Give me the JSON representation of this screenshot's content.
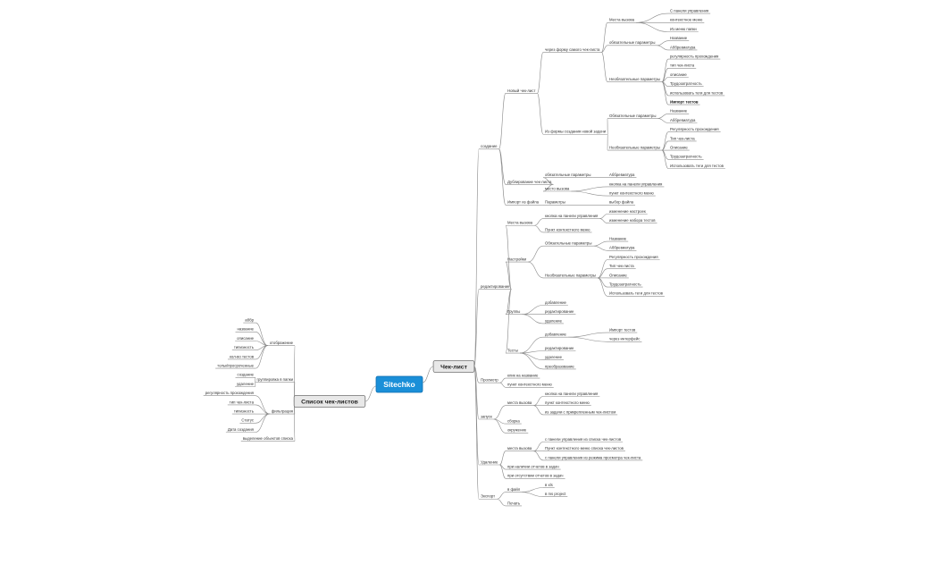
{
  "root": "Sitechko",
  "right": {
    "label": "Чек-лист",
    "children": [
      {
        "label": "создание",
        "children": [
          {
            "label": "Новый чек-лист",
            "children": [
              {
                "label": "через форму самого чек-листа",
                "children": [
                  {
                    "label": "Места вызова",
                    "children": [
                      {
                        "label": "С панели управления"
                      },
                      {
                        "label": "контекстное меню"
                      },
                      {
                        "label": "Из меню папки"
                      }
                    ]
                  },
                  {
                    "label": "обязательные параметры",
                    "children": [
                      {
                        "label": "Название"
                      },
                      {
                        "label": "Аббревиатура"
                      }
                    ]
                  },
                  {
                    "label": "Необязательные параметры",
                    "children": [
                      {
                        "label": "регулярность прохождения"
                      },
                      {
                        "label": "тип чек-листа"
                      },
                      {
                        "label": "описание"
                      },
                      {
                        "label": "Трудозатратность"
                      },
                      {
                        "label": "использовать теги для тестов"
                      },
                      {
                        "label": "Импорт тестов",
                        "bold": true
                      }
                    ]
                  }
                ]
              },
              {
                "label": "Из формы создания новой задачи",
                "children": [
                  {
                    "label": "Обязательные параметры",
                    "children": [
                      {
                        "label": "Название"
                      },
                      {
                        "label": "Аббревиатура"
                      }
                    ]
                  },
                  {
                    "label": "Необязательные параметры",
                    "children": [
                      {
                        "label": "Регулярность прохождения"
                      },
                      {
                        "label": "Тип чек-листа"
                      },
                      {
                        "label": "Описание"
                      },
                      {
                        "label": "Трудозатратность"
                      },
                      {
                        "label": "Использовать теги для тестов"
                      }
                    ]
                  }
                ]
              }
            ]
          },
          {
            "label": "Дублирование чек-листа",
            "children": [
              {
                "label": "обязательные параметры",
                "children": [
                  {
                    "label": "Аббревиатура"
                  }
                ]
              },
              {
                "label": "место вызова",
                "children": [
                  {
                    "label": "кнопка на панели управления"
                  },
                  {
                    "label": "пункт контекстного меню"
                  }
                ]
              }
            ]
          },
          {
            "label": "Импорт из файла",
            "children": [
              {
                "label": "Параметры",
                "children": [
                  {
                    "label": "выбор файла"
                  }
                ]
              }
            ]
          }
        ]
      },
      {
        "label": "редактирование",
        "children": [
          {
            "label": "Места вызова",
            "children": [
              {
                "label": "кнопка на панели управления",
                "children": [
                  {
                    "label": "изменение настроек"
                  },
                  {
                    "label": "изменение набора тестов"
                  }
                ]
              },
              {
                "label": "Пункт контекстного меню"
              }
            ]
          },
          {
            "label": "Настройки",
            "children": [
              {
                "label": "Обязательные параметры",
                "children": [
                  {
                    "label": "Название"
                  },
                  {
                    "label": "Аббревиатура"
                  }
                ]
              },
              {
                "label": "Необязательные параметры",
                "children": [
                  {
                    "label": "Регулярность прохождения"
                  },
                  {
                    "label": "Тип чек-листа"
                  },
                  {
                    "label": "Описание"
                  },
                  {
                    "label": "Трудозатратность"
                  },
                  {
                    "label": "Использовать теги для тестов"
                  }
                ]
              }
            ]
          },
          {
            "label": "Группы",
            "children": [
              {
                "label": "добавление"
              },
              {
                "label": "редактирование"
              },
              {
                "label": "удаление"
              }
            ]
          },
          {
            "label": "Тесты",
            "children": [
              {
                "label": "добавление",
                "children": [
                  {
                    "label": "Импорт тестов"
                  },
                  {
                    "label": "через интерфейс"
                  }
                ]
              },
              {
                "label": "редактирование"
              },
              {
                "label": "удаление"
              },
              {
                "label": "преобразование"
              }
            ]
          }
        ]
      },
      {
        "label": "Просмотр",
        "children": [
          {
            "label": "клик на название"
          },
          {
            "label": "пункт контекстного меню"
          }
        ]
      },
      {
        "label": "запуск",
        "children": [
          {
            "label": "места вызова",
            "children": [
              {
                "label": "кнопка на панели управления"
              },
              {
                "label": "пункт контекстного меню"
              },
              {
                "label": "из задачи с прикрепленным чек-листом"
              }
            ]
          },
          {
            "label": "сборка"
          },
          {
            "label": "окружение"
          }
        ]
      },
      {
        "label": "Удаление",
        "children": [
          {
            "label": "места вызова",
            "children": [
              {
                "label": "с панели управления из списка чек-листов"
              },
              {
                "label": "Пункт контекстного меню списка чек-листов"
              },
              {
                "label": "с панели управления из режима просмотра чек-листа"
              }
            ]
          },
          {
            "label": "при наличии отчетов в задач"
          },
          {
            "label": "при отсутствии отчетов в задач"
          }
        ]
      },
      {
        "label": "Экспорт",
        "children": [
          {
            "label": "в файл",
            "children": [
              {
                "label": "в xls"
              },
              {
                "label": "в ms project"
              }
            ]
          },
          {
            "label": "Печать"
          }
        ]
      }
    ]
  },
  "left": {
    "label": "Список чек-листов",
    "children": [
      {
        "label": "отображение",
        "children": [
          {
            "label": "аббр"
          },
          {
            "label": "название"
          },
          {
            "label": "описание"
          },
          {
            "label": "типизность"
          },
          {
            "label": "кол-во тестов"
          },
          {
            "label": "тольк/просроченные"
          }
        ]
      },
      {
        "label": "группировка в папки",
        "children": [
          {
            "label": "создание"
          },
          {
            "label": "удаление"
          }
        ]
      },
      {
        "label": "фильтрация",
        "children": [
          {
            "label": "регулярность прохождения"
          },
          {
            "label": "тип чек-листа"
          },
          {
            "label": "типизность"
          },
          {
            "label": "Статус"
          },
          {
            "label": "Дата создания"
          }
        ]
      },
      {
        "label": "выделение объектов списка"
      }
    ]
  }
}
